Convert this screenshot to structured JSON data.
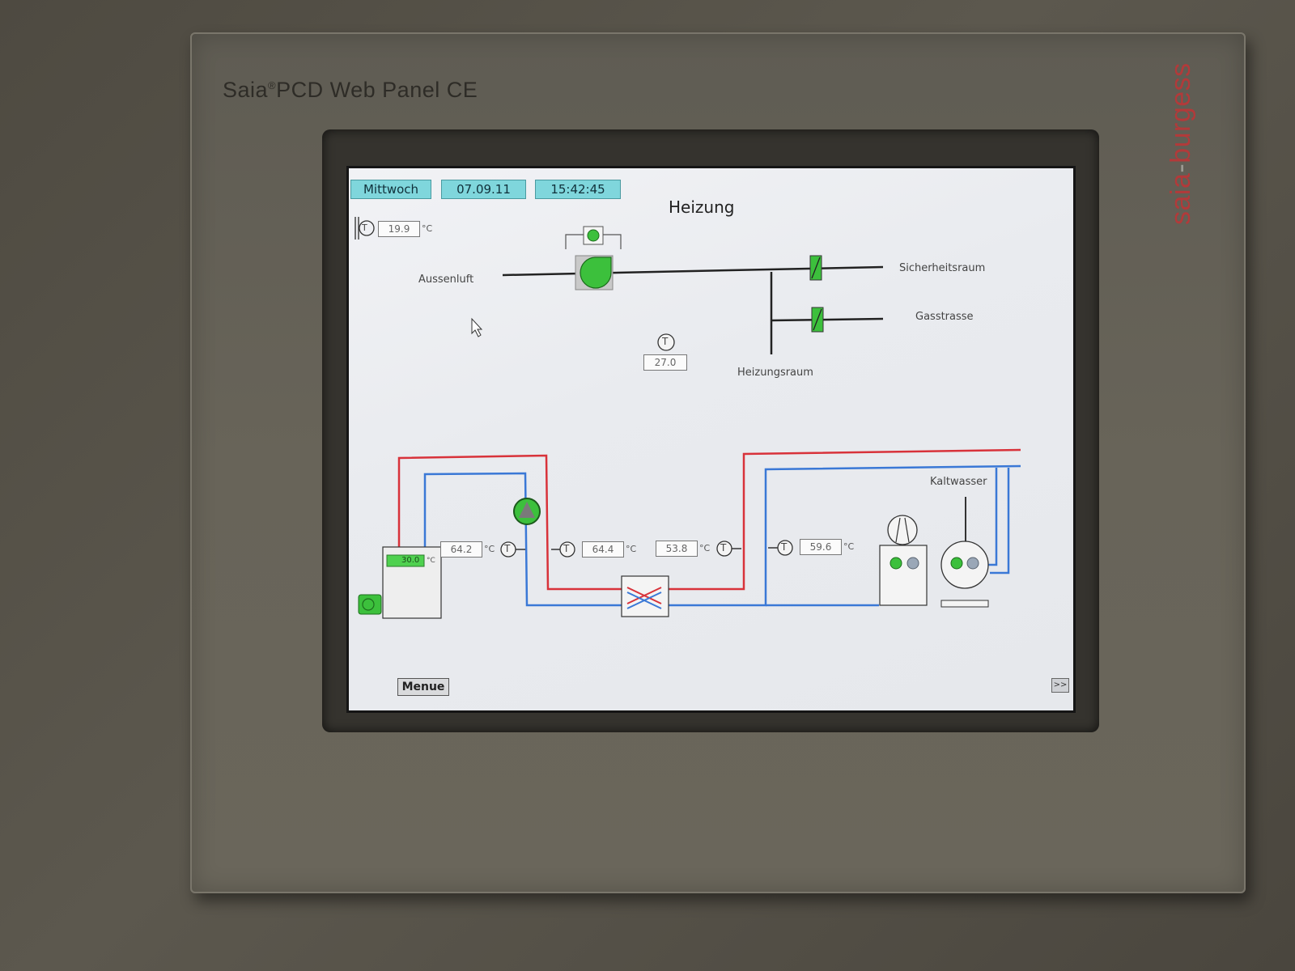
{
  "device": {
    "brand": "Saia",
    "brand_mark": "®",
    "product": "PCD Web Panel CE",
    "vendor_logo": [
      "saia",
      "-",
      "burgess"
    ]
  },
  "header": {
    "day": "Mittwoch",
    "date": "07.09.11",
    "time": "15:42:45"
  },
  "title": "Heizung",
  "ventilation": {
    "outside_temp": "19.9",
    "outside_temp_unit": "°C",
    "aussenluft_label": "Aussenluft",
    "room_temp": "27.0",
    "sicherheitsraum_label": "Sicherheitsraum",
    "gasstrasse_label": "Gasstrasse",
    "heizungsraum_label": "Heizungsraum"
  },
  "hydraulics": {
    "boiler_temp": "30.0",
    "boiler_unit": "°C",
    "flow_temp_1": "64.2",
    "flow_temp_2": "64.4",
    "return_temp": "53.8",
    "secondary_temp": "59.6",
    "unit": "°C",
    "kaltwasser_label": "Kaltwasser"
  },
  "symbols": {
    "temp_sensor": "T",
    "next_glyph": ">>"
  },
  "buttons": {
    "menu": "Menue"
  },
  "colors": {
    "supply_line": "#d8323a",
    "return_line": "#3a78d6",
    "active_green": "#3cc03c",
    "header_cyan": "#7fd6dc"
  }
}
